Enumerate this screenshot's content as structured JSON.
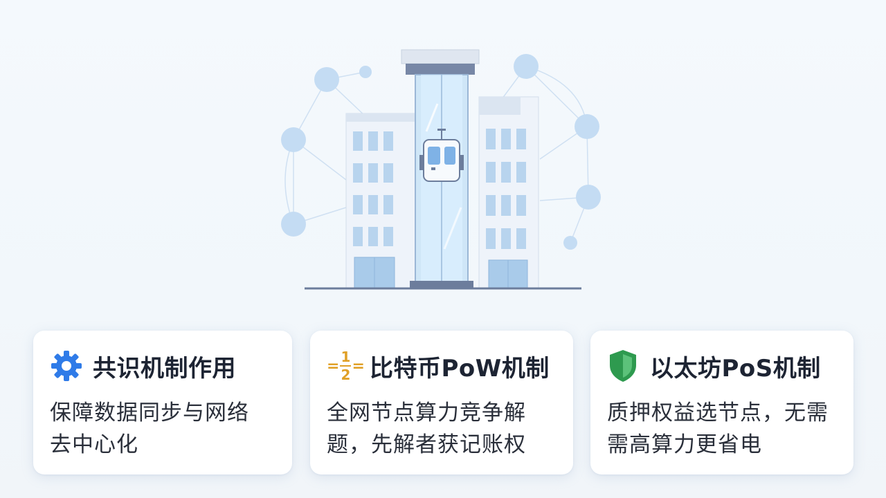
{
  "cards": [
    {
      "title": "共识机制作用",
      "icon": "gear-icon",
      "color": "#2f7be8",
      "desc_line1": "保障数据同步与网络",
      "desc_line2": "去中心化"
    },
    {
      "title": "比特币PoW机制",
      "icon": "fraction-icon",
      "color": "#e0a027",
      "icon_numerator": "1",
      "icon_denominator": "2",
      "desc_line1": "全网节点算力竞争解",
      "desc_line2": "题，先解者获记账权"
    },
    {
      "title": "以太坊PoS机制",
      "icon": "shield-icon",
      "color": "#2e9a4f",
      "desc_line1": "质押权益选节点，无需",
      "desc_line2": "需高算力更省电"
    }
  ]
}
